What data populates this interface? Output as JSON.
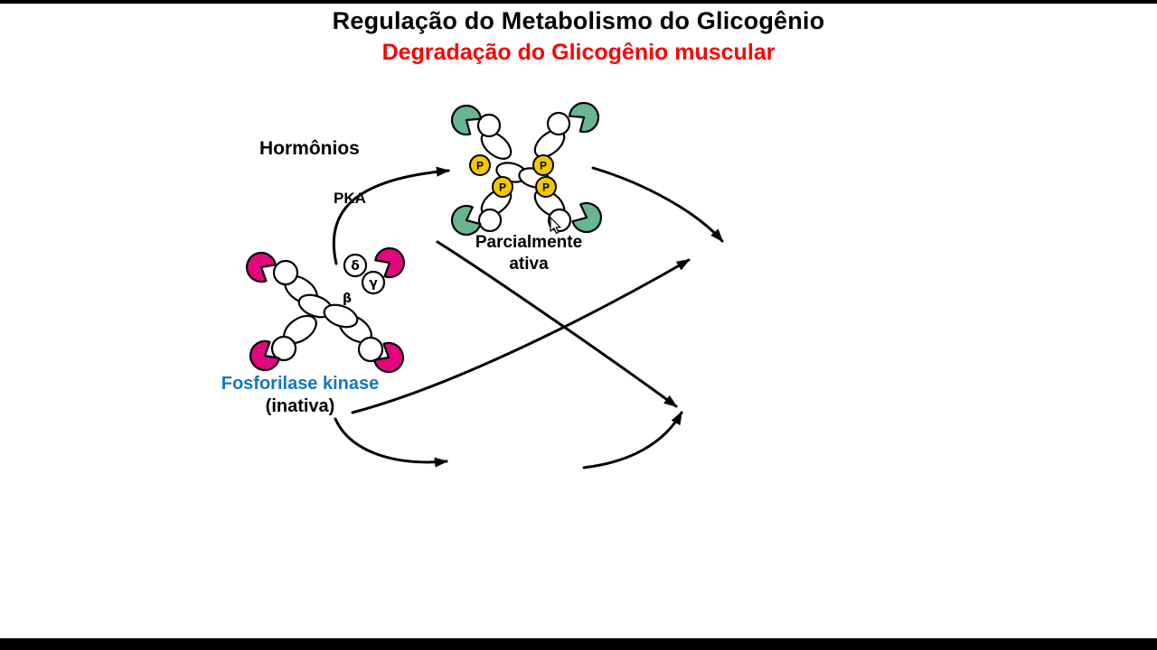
{
  "title": {
    "line1": "Regulação do Metabolismo do Glicogênio",
    "line2": "Degradação do Glicogênio muscular"
  },
  "labels": {
    "hormones": "Hormônios",
    "pka": "PKA",
    "partially_active_line1": "Parcialmente",
    "partially_active_line2": "ativa",
    "kinase_name": "Fosforilase kinase",
    "kinase_state": "(inativa)"
  },
  "subunits": {
    "beta": "β",
    "gamma": "γ",
    "delta": "δ",
    "phosphate": "P"
  },
  "colors": {
    "inactive_subunit": "#e2077e",
    "active_subunit": "#68b690",
    "phosphate_fill": "#f3c800",
    "kinase_label": "#1577be",
    "subtitle_red": "#fe0000"
  }
}
